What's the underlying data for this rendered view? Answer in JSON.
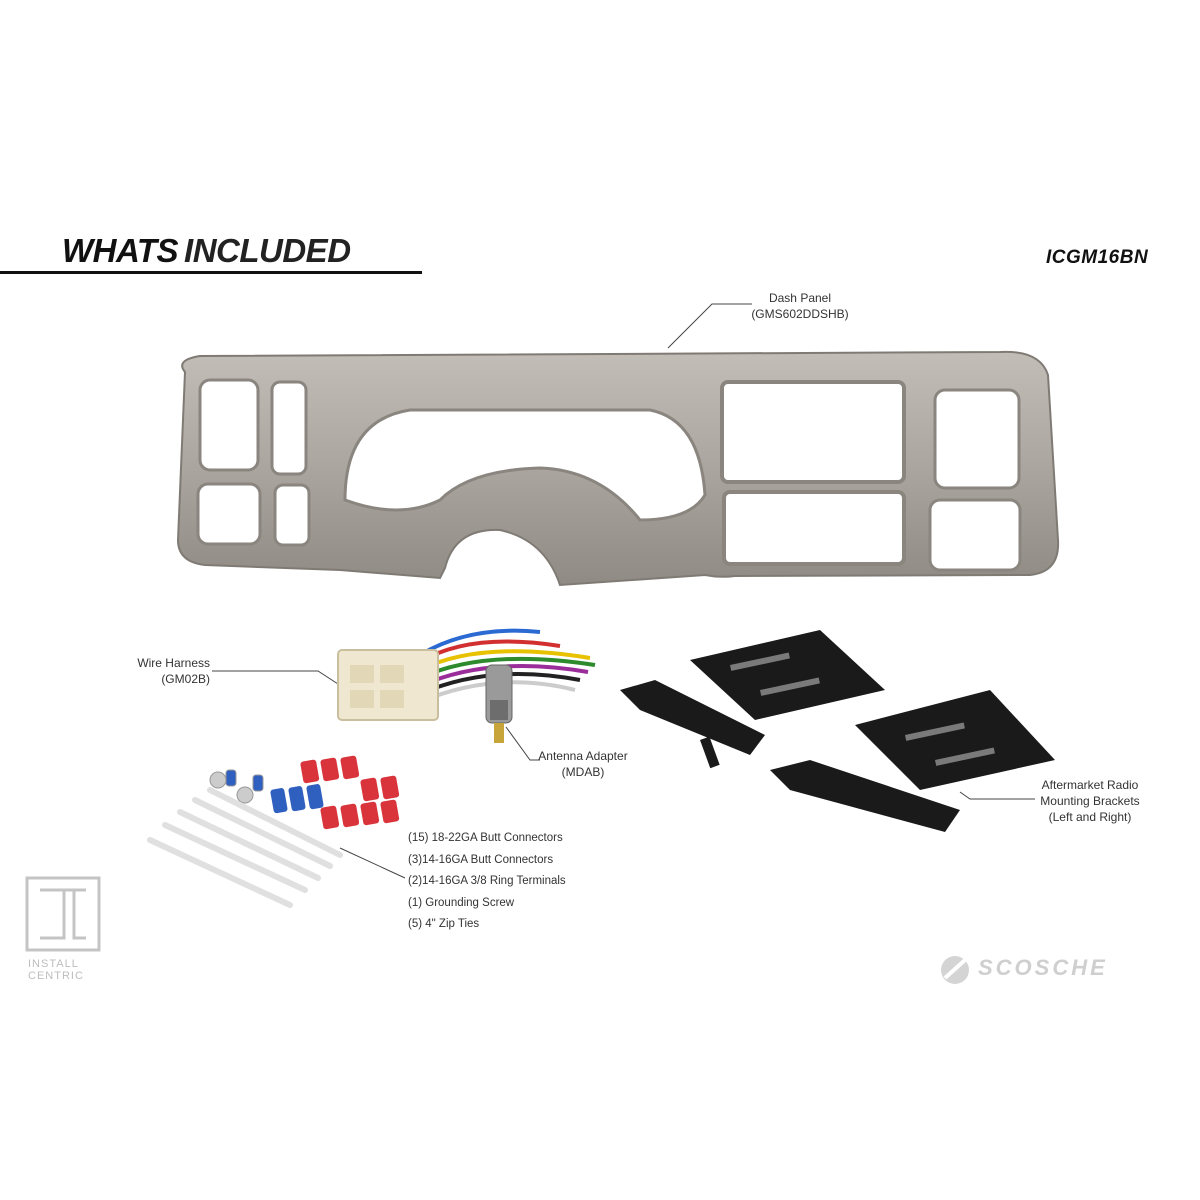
{
  "header": {
    "title_part1": "WHATS",
    "title_part2": "INCLUDED",
    "sku": "ICGM16BN"
  },
  "callouts": {
    "dash_panel": {
      "name": "Dash Panel",
      "code": "(GMS602DDSHB)"
    },
    "wire_harness": {
      "name": "Wire Harness",
      "code": "(GM02B)"
    },
    "antenna_adapter": {
      "name": "Antenna Adapter",
      "code": "(MDAB)"
    },
    "brackets": {
      "line1": "Aftermarket Radio",
      "line2": "Mounting Brackets",
      "line3": "(Left and Right)"
    }
  },
  "hardware_list": [
    "(15) 18-22GA Butt Connectors",
    "(3)14-16GA Butt Connectors",
    "(2)14-16GA 3/8 Ring Terminals",
    "(1) Grounding Screw",
    "(5) 4\" Zip Ties"
  ],
  "logos": {
    "install_centric_line1": "INSTALL",
    "install_centric_line2": "CENTRIC",
    "scosche": "SCOSCHE"
  },
  "colors": {
    "panel": "#a8a49d",
    "panel_shadow": "#8a867f",
    "bracket": "#1a1a1a",
    "connector_red": "#d9343c",
    "connector_blue": "#2f5fbf",
    "harness_plug": "#efe7cf"
  }
}
